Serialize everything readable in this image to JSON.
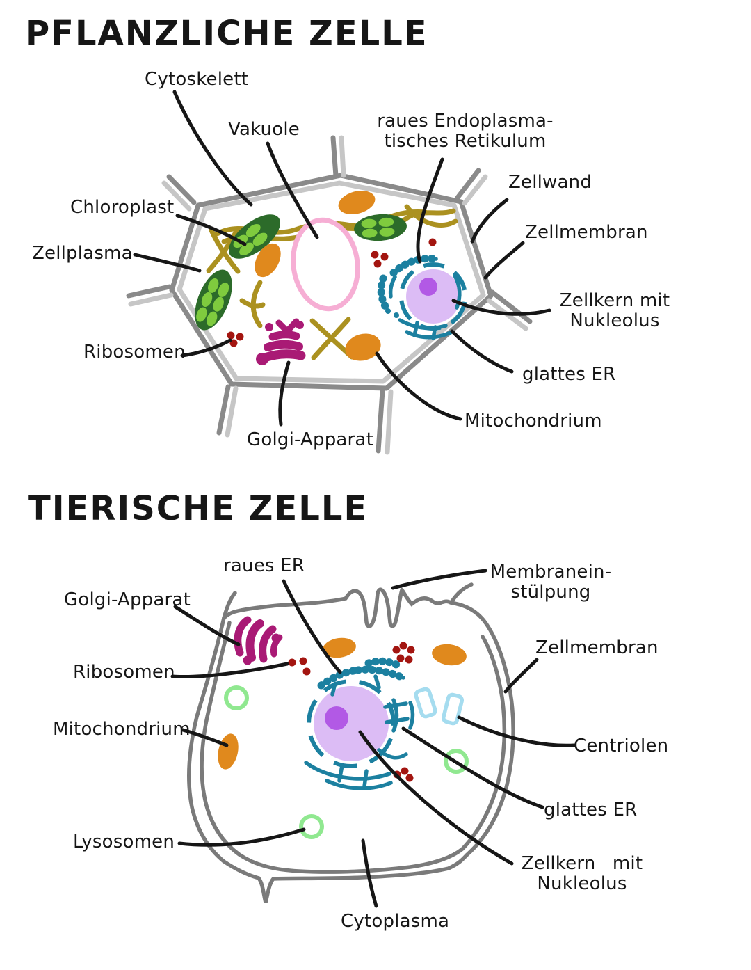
{
  "plant": {
    "title": "PFLANZLICHE ZELLE",
    "labels": {
      "cytoskelett": "Cytoskelett",
      "vakuole": "Vakuole",
      "raues_er_1": "raues Endoplasma-",
      "raues_er_2": "tisches Retikulum",
      "zellwand": "Zellwand",
      "zellmembran": "Zellmembran",
      "zellkern_1": "Zellkern mit",
      "zellkern_2": "Nukleolus",
      "glattes_er": "glattes ER",
      "mitochondrium": "Mitochondrium",
      "chloroplast": "Chloroplast",
      "zellplasma": "Zellplasma",
      "ribosomen": "Ribosomen",
      "golgi": "Golgi-Apparat"
    }
  },
  "animal": {
    "title": "TIERISCHE ZELLE",
    "labels": {
      "raues_er": "raues ER",
      "golgi": "Golgi-Apparat",
      "ribosomen": "Ribosomen",
      "mitochondrium": "Mitochondrium",
      "lysosomen": "Lysosomen",
      "membran_1": "Membranein-",
      "membran_2": "stülpung",
      "zellmembran": "Zellmembran",
      "centriolen": "Centriolen",
      "glattes_er": "glattes ER",
      "zellkern_1": "Zellkern mit",
      "zellkern_2": "Nukleolus",
      "cytoplasma": "Cytoplasma"
    }
  },
  "colors": {
    "ink": "#161616",
    "wall_dark": "#8a8a8a",
    "wall_light": "#c6c6c6",
    "membrane": "#7a7a7a",
    "olive": "#ab9120",
    "orange": "#e0891d",
    "chloroplast_dark": "#2c6b2a",
    "chloroplast_light": "#7fcb3e",
    "vacuole_pink": "#f6aed4",
    "ribosome_red": "#a31510",
    "golgi_magenta": "#a91a75",
    "er_teal": "#1c80a0",
    "nucleus_fill": "#dcbcf5",
    "nucleolus_fill": "#b259e5",
    "lysosome_green": "#90e890",
    "centriole_blue": "#a5dcef"
  }
}
